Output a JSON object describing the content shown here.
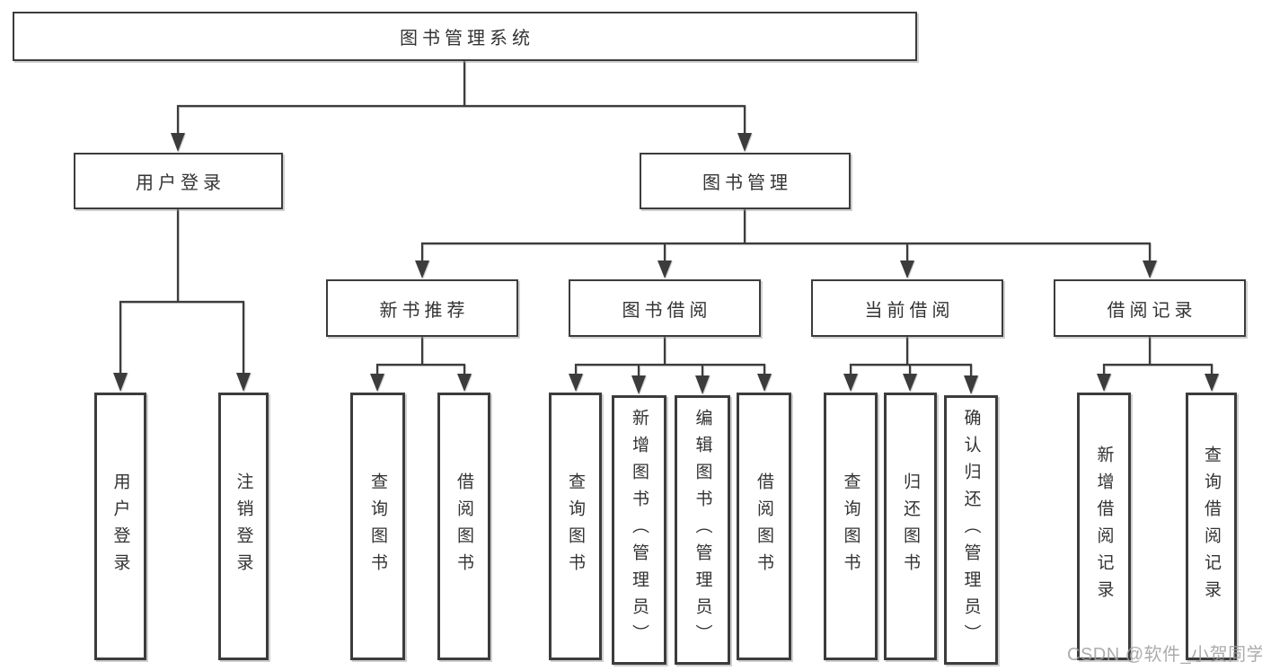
{
  "diagram": {
    "root": {
      "label": "图书管理系统"
    },
    "level2": [
      {
        "id": "user-login",
        "label": "用户登录"
      },
      {
        "id": "book-management",
        "label": "图书管理"
      }
    ],
    "level3": [
      {
        "id": "new-book-recommend",
        "label": "新书推荐"
      },
      {
        "id": "book-borrow",
        "label": "图书借阅"
      },
      {
        "id": "current-borrow",
        "label": "当前借阅"
      },
      {
        "id": "borrow-records",
        "label": "借阅记录"
      }
    ],
    "leaves": {
      "user_login": [
        "用户登录",
        "注销登录"
      ],
      "new_book": [
        "查询图书",
        "借阅图书"
      ],
      "book_borrow": [
        "查询图书",
        "新增图书（管理员）",
        "编辑图书（管理员）",
        "借阅图书"
      ],
      "current_borrow": [
        "查询图书",
        "归还图书",
        "确认归还（管理员）"
      ],
      "borrow_records": [
        "新增借阅记录",
        "查询借阅记录"
      ]
    }
  },
  "watermark": {
    "text": "CSDN @软件_小贺同学"
  },
  "colors": {
    "line": "#3c3c3c",
    "text": "#333333",
    "watermark": "#9e9e9e",
    "background": "#ffffff"
  }
}
